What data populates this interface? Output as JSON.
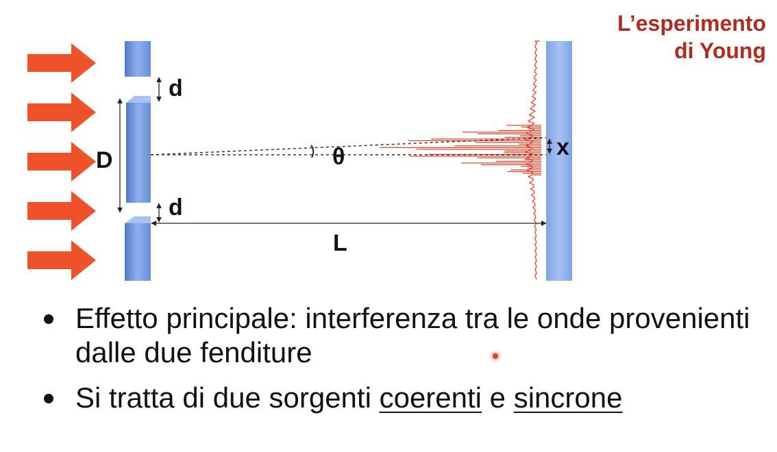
{
  "title": {
    "line1": "L’esperimento",
    "line2": "di Young"
  },
  "diagram": {
    "labels": {
      "d_top": "d",
      "d_bottom": "d",
      "D": "D",
      "theta": "θ",
      "x": "x",
      "L": "L"
    },
    "colors": {
      "arrow": "#f0532c",
      "slit_wall": "#7fa3e6",
      "screen": "#8fb0ee",
      "wave": "#e0452c"
    },
    "incident_arrow_count": 5
  },
  "bullets": [
    {
      "text": "Effetto principale: interferenza tra le onde provenienti dalle due fenditure"
    },
    {
      "prefix": "Si tratta di due sorgenti ",
      "term1": "coerenti",
      "mid": " e ",
      "term2": "sincrone"
    }
  ]
}
